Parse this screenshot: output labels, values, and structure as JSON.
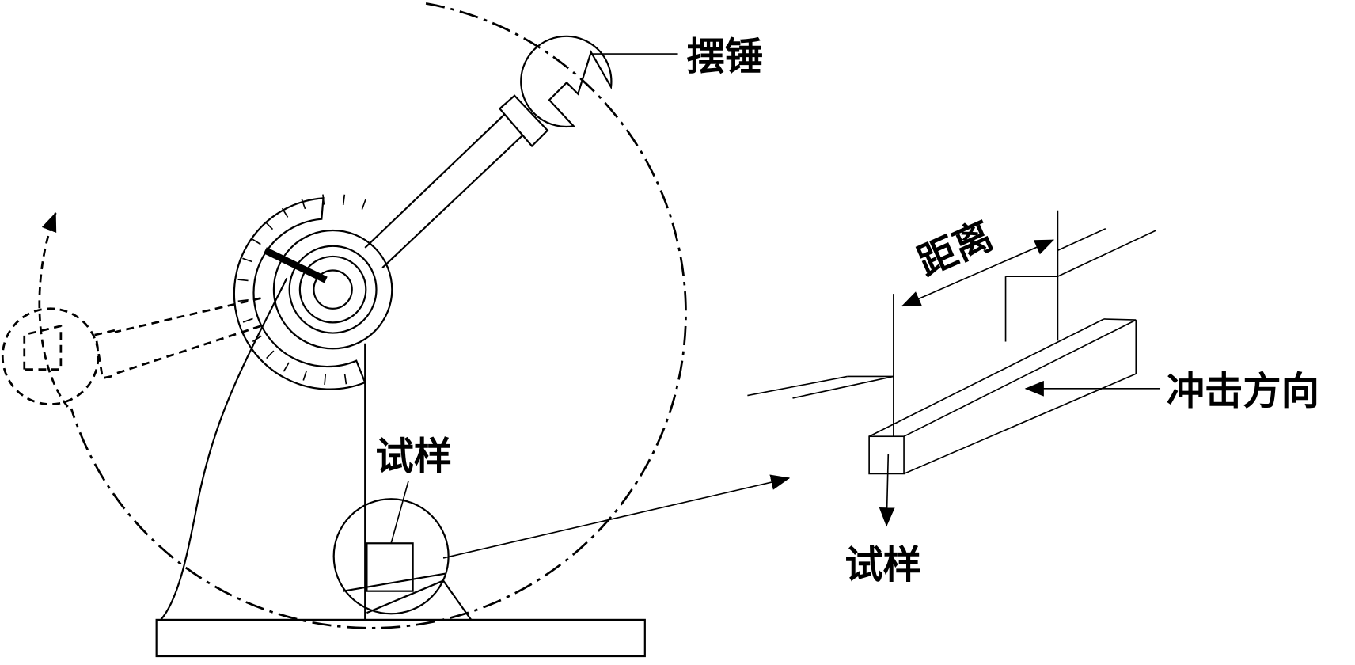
{
  "labels": {
    "hammer": "摆锤",
    "specimen_left": "试样",
    "distance": "距离",
    "impact_direction": "冲击方向",
    "specimen_right": "试样"
  },
  "colors": {
    "stroke": "#000000",
    "background": "#ffffff"
  }
}
